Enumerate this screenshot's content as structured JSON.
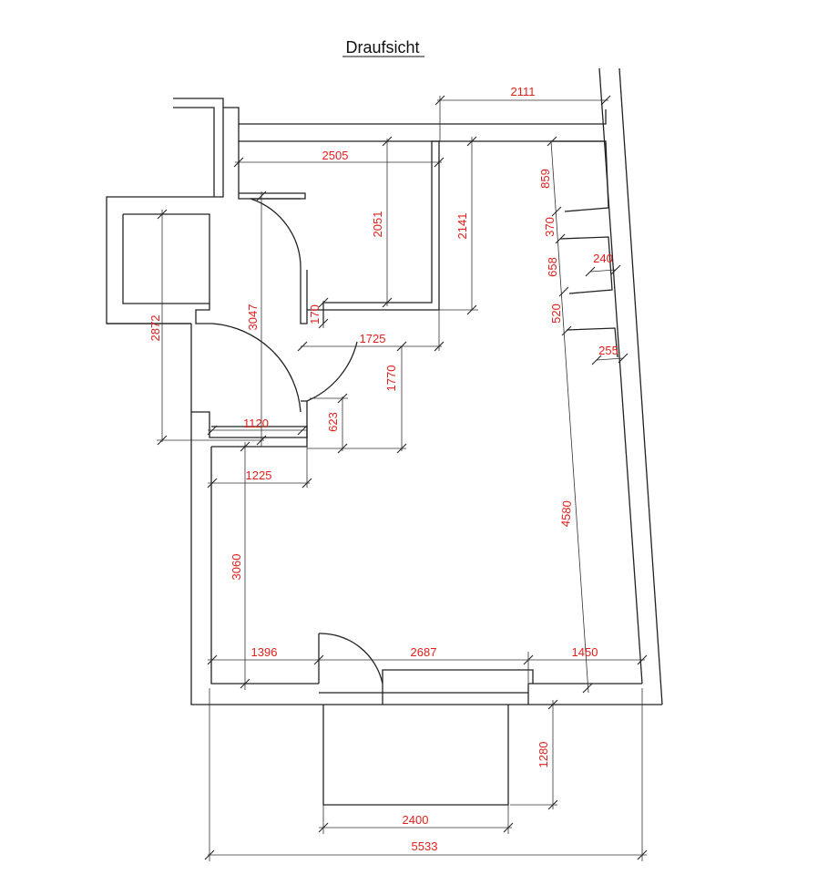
{
  "title": "Draufsicht",
  "colors": {
    "line": "#222222",
    "dimension_text": "#e0201c"
  },
  "dimensions": {
    "d2111": "2111",
    "d2505": "2505",
    "d2051": "2051",
    "d2141": "2141",
    "d859": "859",
    "d370": "370",
    "d240": "240",
    "d658": "658",
    "d520": "520",
    "d255": "255",
    "d2872": "2872",
    "d3047": "3047",
    "d170": "170",
    "d1725": "1725",
    "d1770": "1770",
    "d1120": "1120",
    "d623": "623",
    "d1225": "1225",
    "d3060": "3060",
    "d4580": "4580",
    "d1396": "1396",
    "d2687": "2687",
    "d1450": "1450",
    "d1280": "1280",
    "d2400": "2400",
    "d5533": "5533"
  }
}
